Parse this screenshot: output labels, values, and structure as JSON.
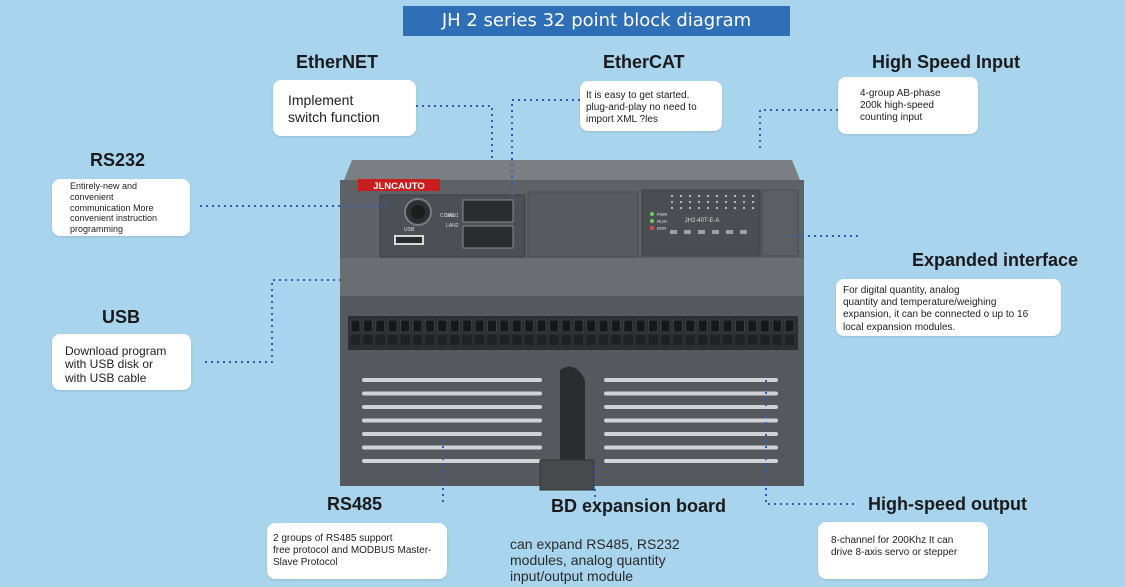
{
  "title": "JH 2 series 32 point block diagram",
  "features": {
    "ethernet": {
      "heading": "EtherNET",
      "desc": "Implement\nswitch function"
    },
    "ethercat": {
      "heading": "EtherCAT",
      "desc": "It is easy to get started.\nplug-and-play no need to\nimport XML ?les"
    },
    "high_speed_input": {
      "heading": "High Speed Input",
      "desc": "4-group AB-phase\n200k high-speed\ncounting input"
    },
    "rs232": {
      "heading": "RS232",
      "desc": "Entirely-new and\nconvenient\ncommunication More\nconvenient instruction\nprogramming"
    },
    "expanded_interface": {
      "heading": "Expanded interface",
      "desc": "For digital quantity, analog\nquantity and temperature/weighing\nexpansion, it can be connected o up to 16\nlocal expansion modules."
    },
    "usb": {
      "heading": "USB",
      "desc": "Download program\nwith USB disk or\nwith USB cable"
    },
    "rs485": {
      "heading": "RS485",
      "desc": "2 groups of RS485 support\nfree protocol and MODBUS Master-\nSlave Protocol"
    },
    "bd_expansion": {
      "heading": "BD expansion board",
      "desc": "can expand RS485, RS232\nmodules, analog quantity\ninput/output module"
    },
    "high_speed_output": {
      "heading": "High-speed output",
      "desc": "8-channel for 200Khz  It can\ndrive 8-axis servo or stepper"
    }
  },
  "device": {
    "brand": "JLNCAUTO",
    "model": "JH2-40T-E-A",
    "port_labels": [
      "LAN1",
      "LAN2",
      "COM1",
      "USB"
    ],
    "status_leds": [
      "PWR",
      "RUN",
      "ERR"
    ]
  },
  "colors": {
    "background": "#a8d4ee",
    "banner": "#2f6fb7",
    "leader_line": "#2f5db8",
    "device_body": "#55585d",
    "brand_badge": "#c81e1e"
  }
}
